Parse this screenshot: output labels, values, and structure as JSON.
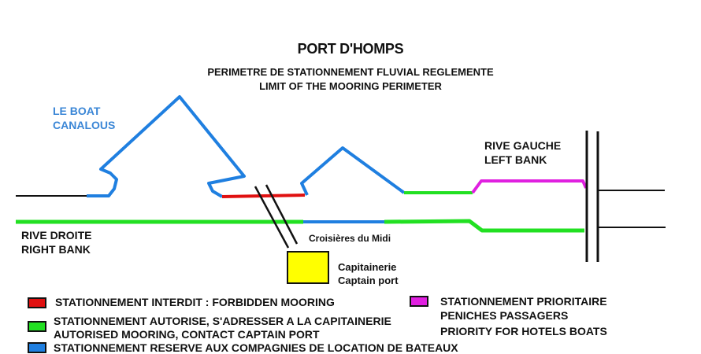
{
  "header": {
    "title": "PORT D'HOMPS",
    "subtitle_fr": "PERIMETRE DE STATIONNEMENT FLUVIAL REGLEMENTE",
    "subtitle_en": "LIMIT OF THE MOORING PERIMETER"
  },
  "labels": {
    "le_boat_line1": "LE BOAT",
    "le_boat_line2": "CANALOUS",
    "rive_gauche_fr": "RIVE GAUCHE",
    "rive_gauche_en": "LEFT BANK",
    "rive_droite_fr": "RIVE DROITE",
    "rive_droite_en": "RIGHT BANK",
    "croisieres": "Croisières du Midi",
    "capitainerie_fr": "Capitainerie",
    "capitainerie_en": "Captain port"
  },
  "colors": {
    "forbidden": "#e01010",
    "authorised": "#22e022",
    "reserved": "#1f7fe0",
    "priority": "#e020e0",
    "captain_port": "#ffff00",
    "label_blue": "#3a86d6"
  },
  "legend": [
    {
      "color": "red",
      "lines": [
        "STATIONNEMENT INTERDIT : FORBIDDEN MOORING"
      ]
    },
    {
      "color": "green",
      "lines": [
        "STATIONNEMENT AUTORISE, S'ADRESSER A LA CAPITAINERIE",
        "AUTORISED MOORING, CONTACT CAPTAIN PORT"
      ]
    },
    {
      "color": "blue",
      "lines": [
        "STATIONNEMENT RESERVE AUX COMPAGNIES DE LOCATION DE BATEAUX"
      ]
    },
    {
      "color": "magenta",
      "lines": [
        "STATIONNEMENT PRIORITAIRE",
        "PENICHES PASSAGERS",
        "PRIORITY FOR HOTELS BOATS"
      ]
    }
  ]
}
